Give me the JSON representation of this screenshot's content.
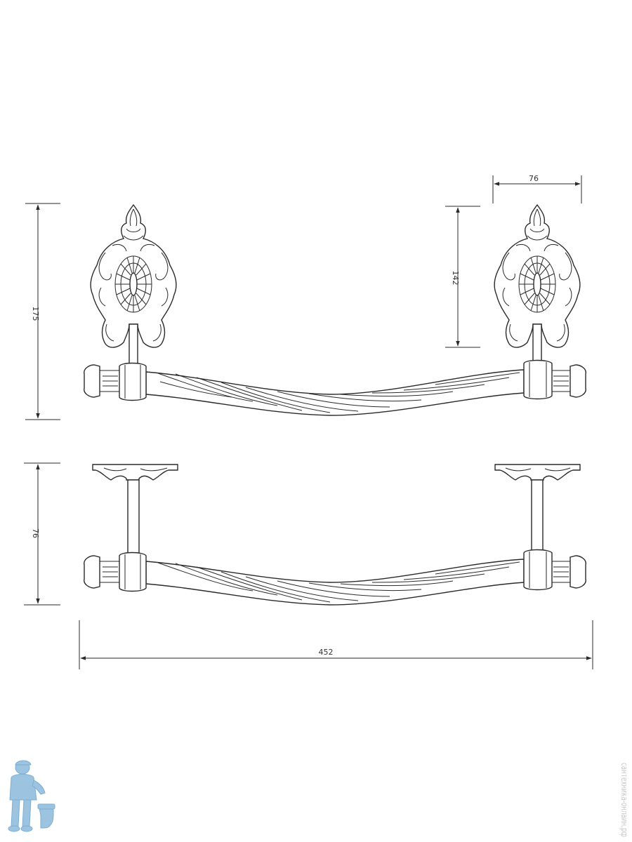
{
  "dimensions": {
    "front_height": "175",
    "plate_height": "142",
    "projection_top": "76",
    "projection_side": "76",
    "total_width": "452"
  },
  "watermark": {
    "site": "сантехника-онлайн.рф"
  },
  "colors": {
    "line": "#2a2a2a",
    "mascot": "#9cc3e0",
    "watermark": "#c8c8c8"
  },
  "icons": [
    "plumber-mascot-logo"
  ]
}
